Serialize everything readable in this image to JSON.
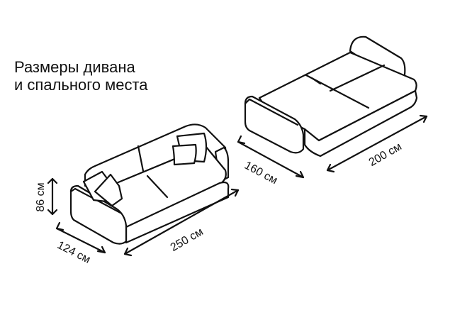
{
  "title": {
    "line1": "Размеры дивана",
    "line2": "и спального места"
  },
  "dimensions": {
    "sofa_height": "86 см",
    "sofa_depth": "124 см",
    "sofa_width": "250 см",
    "bed_width": "160 см",
    "bed_length": "200 см"
  },
  "colors": {
    "line": "#111111",
    "background": "#ffffff"
  }
}
